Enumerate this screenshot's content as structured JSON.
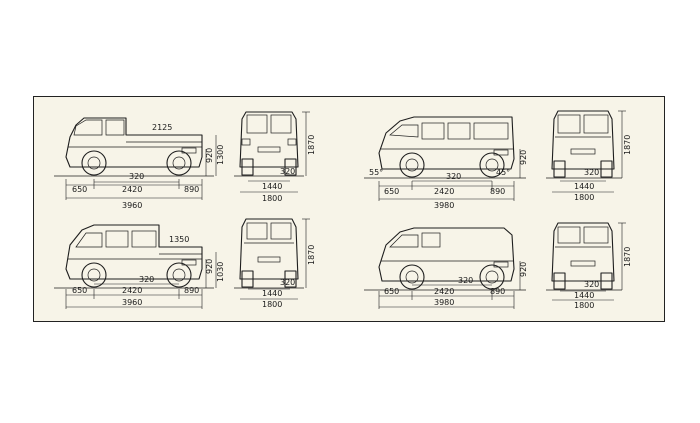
{
  "colors": {
    "paper": "#f7f4e8",
    "ink": "#1e1e1e",
    "page": "#ffffff"
  },
  "views": [
    {
      "id": "pickup",
      "side": {
        "overhang_front": "650",
        "wheelbase": "2420",
        "overhang_rear": "890",
        "length": "3960",
        "ground": "320",
        "bed_length": "2125",
        "height_1": "920",
        "height_2": "1300"
      },
      "front": {
        "track": "1440",
        "width": "1800",
        "height": "1870",
        "ground": "320"
      }
    },
    {
      "id": "crew-pickup",
      "side": {
        "overhang_front": "650",
        "wheelbase": "2420",
        "overhang_rear": "890",
        "length": "3960",
        "ground": "320",
        "bed_length": "1350",
        "height_1": "920",
        "height_2": "1030"
      },
      "front": {
        "track": "1440",
        "width": "1800",
        "height": "1870",
        "ground": "320"
      }
    },
    {
      "id": "minibus",
      "side": {
        "overhang_front": "650",
        "wheelbase": "2420",
        "overhang_rear": "890",
        "length": "3980",
        "ground": "320",
        "angle_front": "55°",
        "angle_rear": "45°",
        "height_1": "920"
      },
      "front": {
        "track": "1440",
        "width": "1800",
        "height": "1870",
        "ground": "320"
      }
    },
    {
      "id": "van",
      "side": {
        "overhang_front": "650",
        "wheelbase": "2420",
        "overhang_rear": "890",
        "length": "3980",
        "ground": "320",
        "height_1": "920"
      },
      "front": {
        "track": "1440",
        "width": "1800",
        "height": "1870",
        "ground": "320"
      }
    }
  ]
}
